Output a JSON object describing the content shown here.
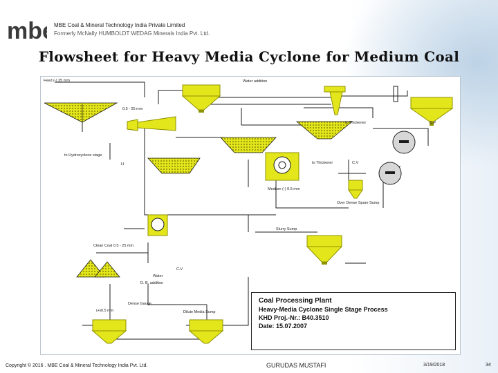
{
  "header": {
    "logo_text": "mbe",
    "company_name": "MBE Coal & Mineral Technology India Private Limited",
    "company_former": "Formerly McNally HUMBOLDT WEDAG Minerals India Pvt. Ltd."
  },
  "title": "Flowsheet for Heavy Media Cyclone for Medium Coal",
  "flowsheet": {
    "labels": {
      "feed": "Feed (-) 25 mm",
      "water_addition": "Water addition",
      "size_05_25": "0.5 - 25 mm",
      "to_thickener": "to Thickener",
      "to_hydrocyclone": "to Hydrocyclone stage",
      "to_thickener_lower": "to Thickener",
      "cv1": "C.V",
      "cp": "C.P",
      "h": "H",
      "medium": "Medium (-) 0.5 mm",
      "over_dense_sump": "Over Dense Spare Sump",
      "slurry_sump": "Slurry Sump",
      "clean_coal": "Clean Coal 0.5 - 25 mm",
      "cv2": "C.V",
      "water": "Water",
      "db_addition": "D. B. addition",
      "dense_gauge": "Dense Gauge",
      "rejects": "(+)0.5 mm",
      "dilute_sump": "Dilute Media Sump"
    },
    "info": {
      "line1": "Coal Processing Plant",
      "line2": "Heavy-Media Cyclone Single Stage Process",
      "line3": "KHD Proj.-Nr.: B40.3510",
      "line4": "Date: 15.07.2007"
    }
  },
  "footer": {
    "copyright": "Copyright © 2016 . MBE Coal & Mineral Technology India Pvt. Ltd.",
    "author": "GURUDAS MUSTAFI",
    "date": "3/19/2018",
    "page": "34"
  },
  "colors": {
    "equipment": "#e4e61c",
    "equipment_dark": "#8f9200",
    "line": "#1c1c1c"
  }
}
